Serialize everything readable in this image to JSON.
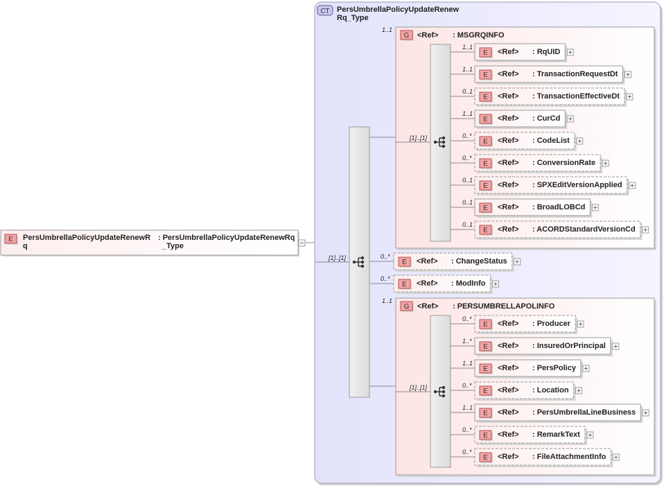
{
  "root": {
    "badge": "E",
    "name": "PersUmbrellaPolicyUpdateRenewRq",
    "type": ": PersUmbrellaPolicyUpdateRenewRq_Type"
  },
  "complex_type": {
    "badge": "CT",
    "name": "PersUmbrellaPolicyUpdateRenewRq_Type"
  },
  "main_sequence": {
    "cardinality": "[1]..[1]"
  },
  "groups": [
    {
      "badge": "G",
      "ref": "<Ref>",
      "name": ": MSGRQINFO",
      "cardinality": "1..1",
      "sequence_cardinality": "[1]..[1]",
      "elements": [
        {
          "card": "1..1",
          "name": ": RqUID",
          "optional": false
        },
        {
          "card": "1..1",
          "name": ": TransactionRequestDt",
          "optional": false
        },
        {
          "card": "0..1",
          "name": ": TransactionEffectiveDt",
          "optional": true
        },
        {
          "card": "1..1",
          "name": ": CurCd",
          "optional": false
        },
        {
          "card": "0..*",
          "name": ": CodeList",
          "optional": true
        },
        {
          "card": "0..*",
          "name": ": ConversionRate",
          "optional": true
        },
        {
          "card": "0..1",
          "name": ": SPXEditVersionApplied",
          "optional": true
        },
        {
          "card": "0..1",
          "name": ": BroadLOBCd",
          "optional": false
        },
        {
          "card": "0..1",
          "name": ": ACORDStandardVersionCd",
          "optional": true
        }
      ]
    },
    {
      "badge": "G",
      "ref": "<Ref>",
      "name": ": PERSUMBRELLAPOLINFO",
      "cardinality": "1..1",
      "sequence_cardinality": "[1]..[1]",
      "elements": [
        {
          "card": "0..*",
          "name": ": Producer",
          "optional": true
        },
        {
          "card": "1..*",
          "name": ": InsuredOrPrincipal",
          "optional": false
        },
        {
          "card": "1..1",
          "name": ": PersPolicy",
          "optional": false
        },
        {
          "card": "0..*",
          "name": ": Location",
          "optional": true
        },
        {
          "card": "1..1",
          "name": ": PersUmbrellaLineBusiness",
          "optional": false
        },
        {
          "card": "0..*",
          "name": ": RemarkText",
          "optional": true
        },
        {
          "card": "0..*",
          "name": ": FileAttachmentInfo",
          "optional": true
        }
      ]
    }
  ],
  "direct_elements": [
    {
      "card": "0..*",
      "name": ": ChangeStatus",
      "optional": true
    },
    {
      "card": "0..*",
      "name": ": ModInfo",
      "optional": true
    }
  ],
  "labels": {
    "element_badge": "E",
    "ref": "<Ref>",
    "expand": "+",
    "collapse": "−"
  },
  "colors": {
    "ct_fill": "#e2e2fb",
    "ct_border": "#9b9bb8",
    "group_fill": "#fde4e4",
    "element_fill": "#fdeeee",
    "badge_fill": "#f3a5a5",
    "badge_border": "#b05050",
    "ct_badge_fill": "#c8c8f0"
  }
}
